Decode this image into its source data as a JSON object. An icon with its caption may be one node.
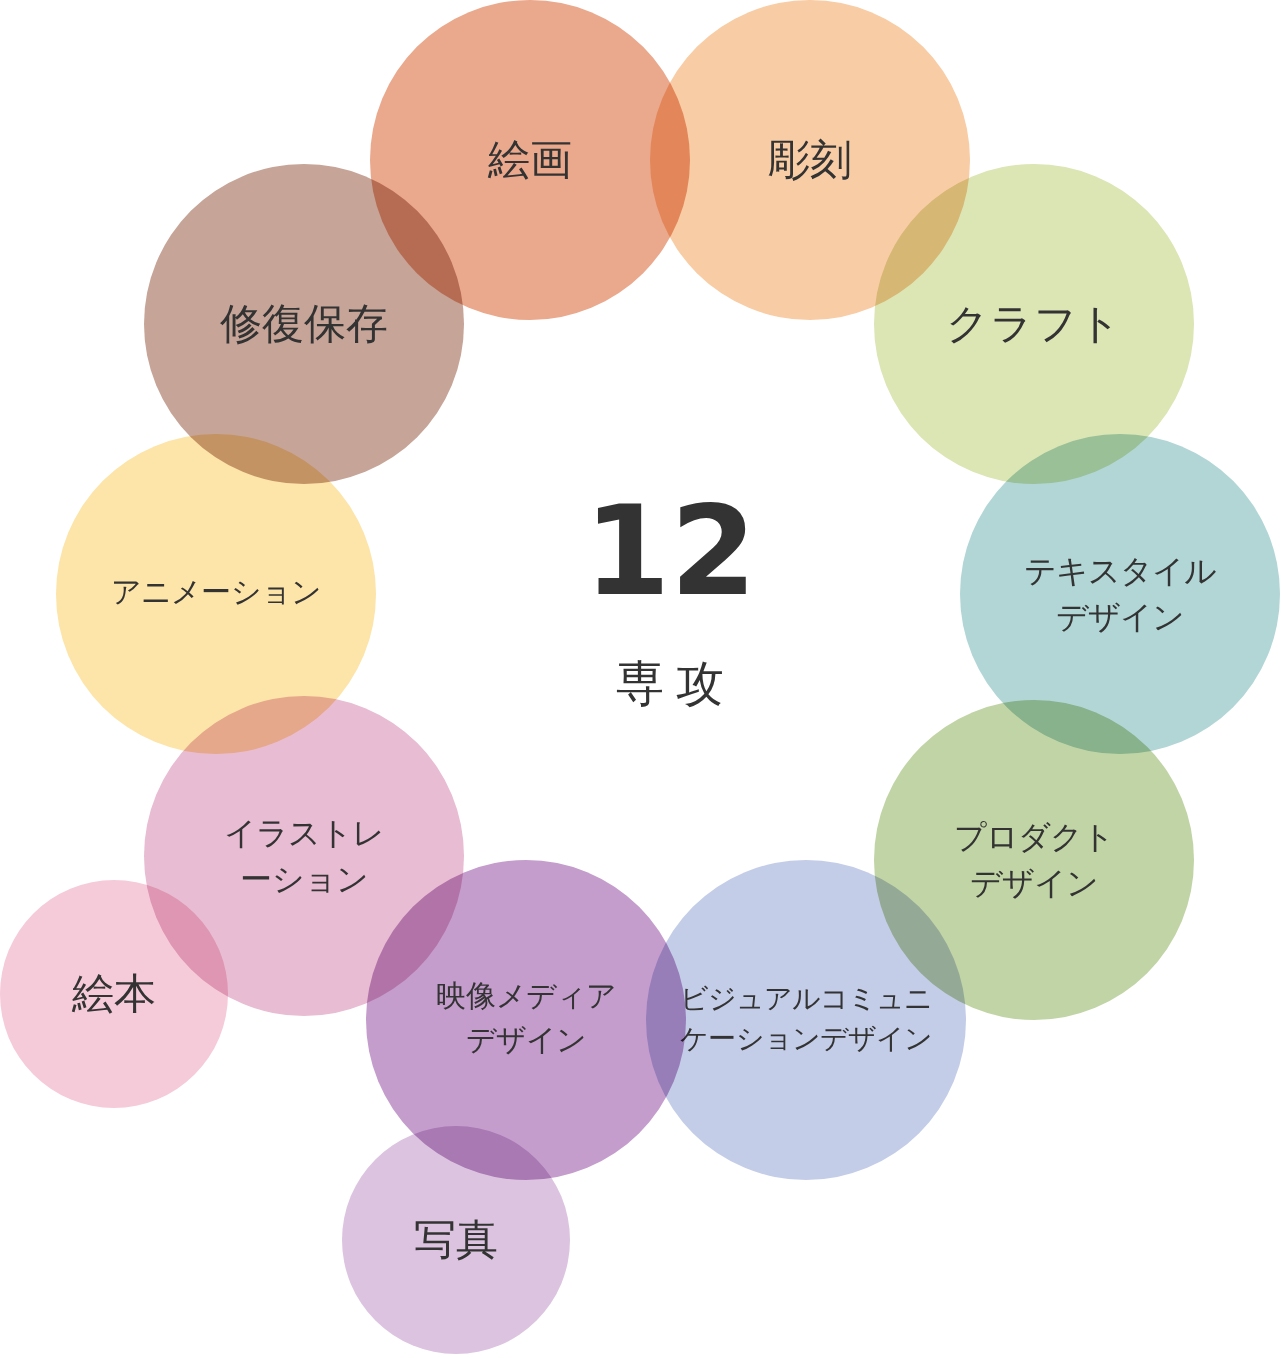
{
  "diagram": {
    "nodes": [
      {
        "text": [
          "絵画"
        ]
      },
      {
        "text": [
          "彫刻"
        ]
      },
      {
        "text": [
          "クラフト"
        ]
      },
      {
        "text": [
          "テキスタイルデザイン"
        ]
      },
      {
        "text": [
          "プロダクトデザイン"
        ]
      },
      {
        "text": [
          "ビジュアルコミュニケーションデザイン"
        ]
      },
      {
        "text": [
          "映像メディアデザイン"
        ]
      },
      {
        "text": [
          "写真"
        ]
      },
      {
        "text": [
          "イラストレーション"
        ]
      },
      {
        "text": [
          "絵本"
        ]
      },
      {
        "text": [
          "アニメーション"
        ]
      },
      {
        "text": [
          "修復保存"
        ]
      }
    ],
    "labels": [
      "12",
      "専攻"
    ]
  }
}
